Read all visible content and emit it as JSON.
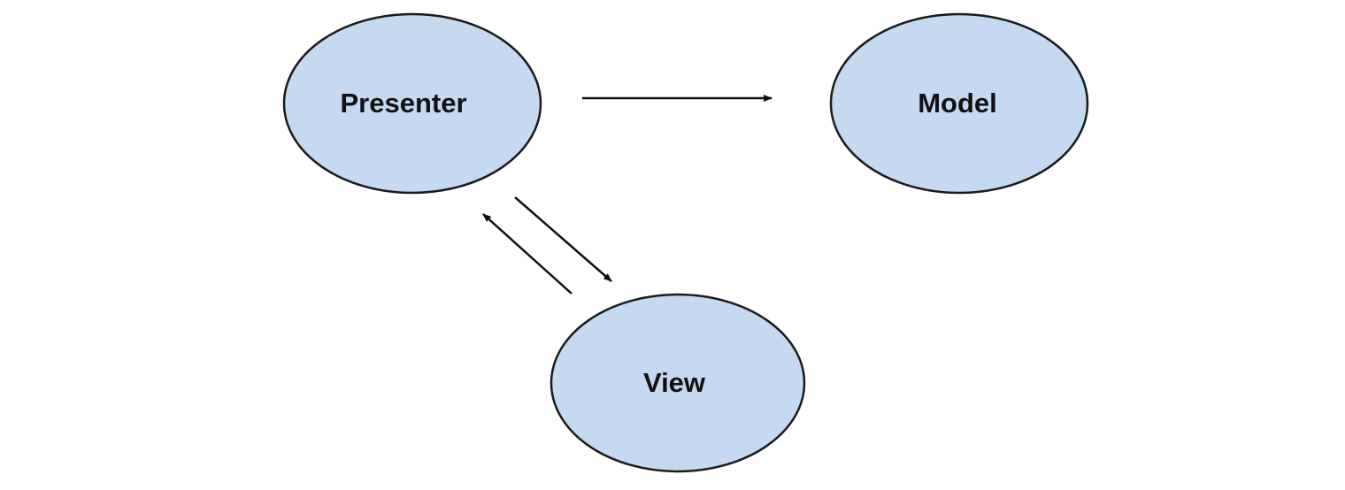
{
  "diagram": {
    "type": "flowchart",
    "colors": {
      "node_fill": "#c5d9f1",
      "node_stroke": "#1a1a1a",
      "edge": "#111111"
    },
    "nodes": [
      {
        "id": "presenter",
        "label": "Presenter",
        "shape": "ellipse"
      },
      {
        "id": "model",
        "label": "Model",
        "shape": "ellipse"
      },
      {
        "id": "view",
        "label": "View",
        "shape": "ellipse"
      }
    ],
    "edges": [
      {
        "from": "presenter",
        "to": "model"
      },
      {
        "from": "presenter",
        "to": "view"
      },
      {
        "from": "view",
        "to": "presenter"
      }
    ]
  }
}
